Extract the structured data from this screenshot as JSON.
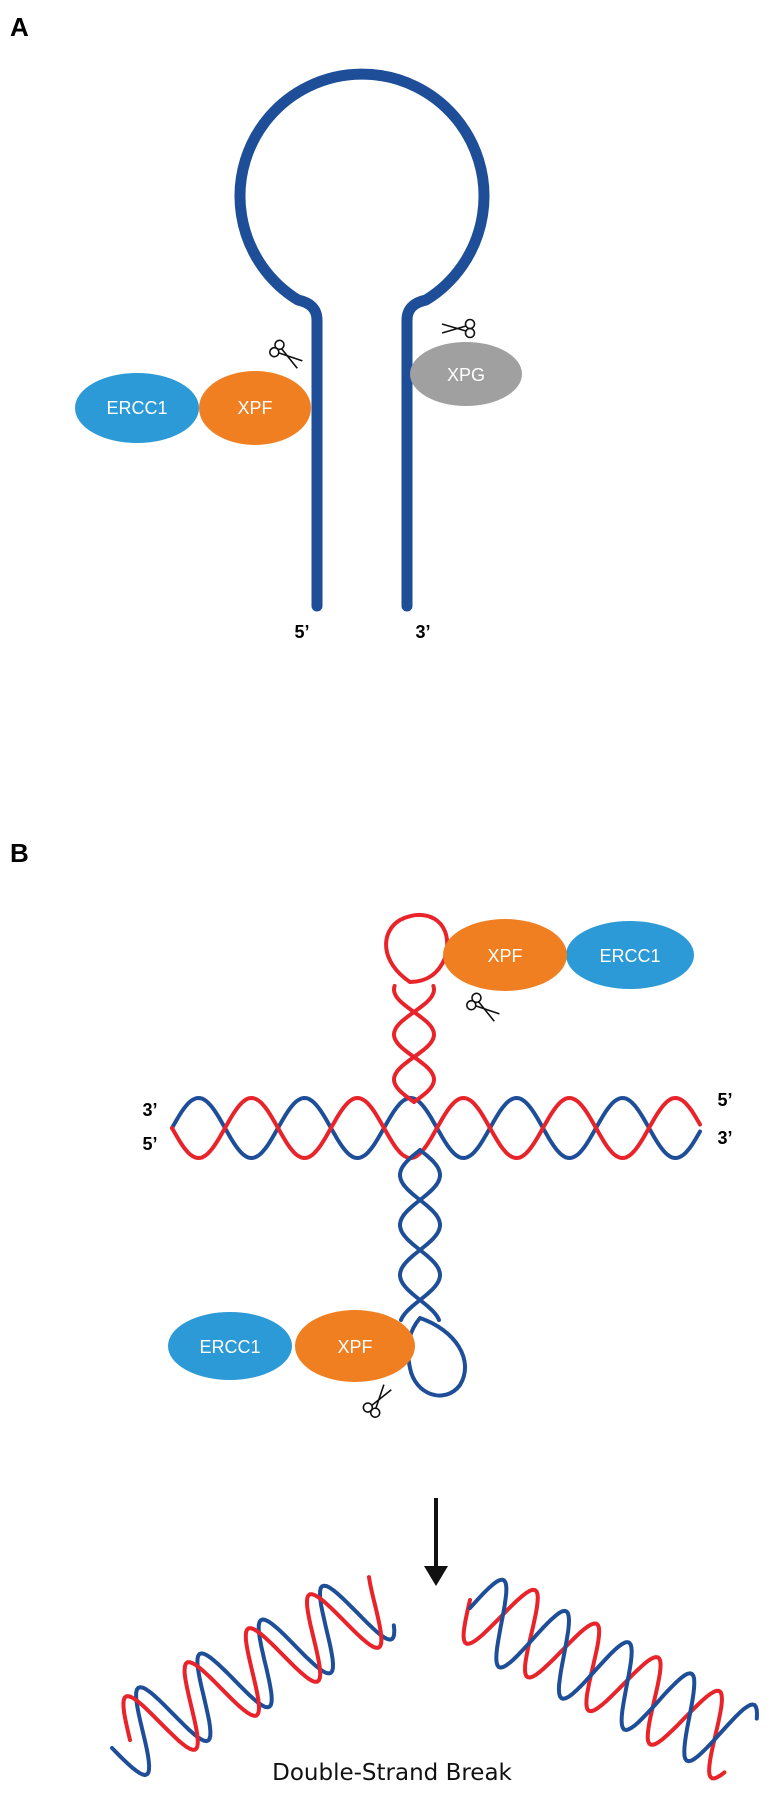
{
  "colors": {
    "dna_blue": "#1f4e99",
    "dna_red": "#e8232a",
    "ercc1": "#2c9ad6",
    "xpf": "#f07f22",
    "xpg": "#a0a0a0"
  },
  "panel_a": {
    "label": "A",
    "proteins": {
      "ercc1": "ERCC1",
      "xpf": "XPF",
      "xpg": "XPG"
    },
    "ends": {
      "left": "5’",
      "right": "3’"
    },
    "icons": [
      "scissors-icon",
      "scissors-icon"
    ]
  },
  "panel_b": {
    "label": "B",
    "top_complex": {
      "xpf": "XPF",
      "ercc1": "ERCC1"
    },
    "bottom_complex": {
      "ercc1": "ERCC1",
      "xpf": "XPF"
    },
    "ends": {
      "left_top": "3’",
      "left_bottom": "5’",
      "right_top": "5’",
      "right_bottom": "3’"
    },
    "icons": [
      "scissors-icon",
      "scissors-icon",
      "down-arrow-icon"
    ],
    "caption": "Double-Strand Break"
  }
}
